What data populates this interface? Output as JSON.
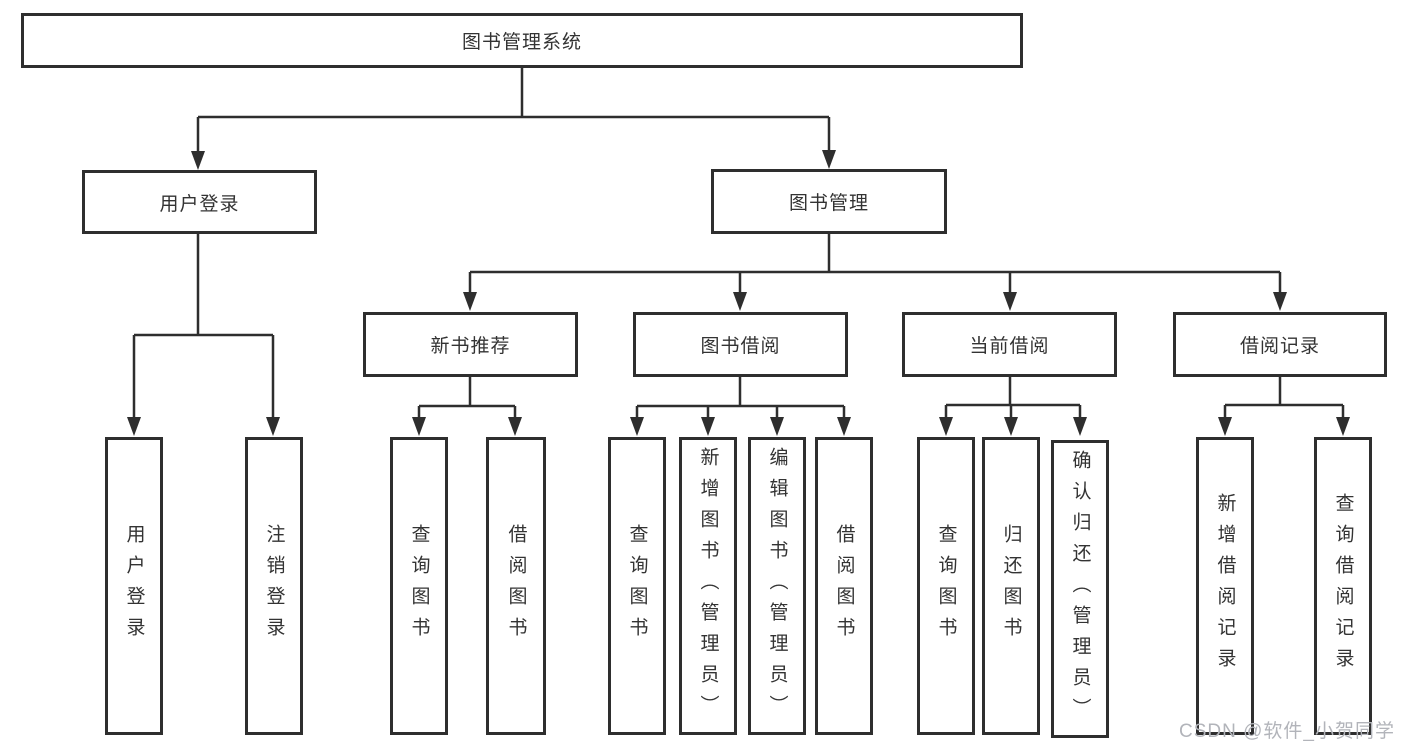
{
  "diagram": {
    "root": {
      "label": "图书管理系统"
    },
    "branches": [
      {
        "label": "用户登录",
        "leaves": [
          {
            "label": "用户登录"
          },
          {
            "label": "注销登录"
          }
        ]
      },
      {
        "label": "图书管理",
        "groups": [
          {
            "label": "新书推荐",
            "leaves": [
              {
                "label": "查询图书"
              },
              {
                "label": "借阅图书"
              }
            ]
          },
          {
            "label": "图书借阅",
            "leaves": [
              {
                "label": "查询图书"
              },
              {
                "label": "新增图书（管理员）"
              },
              {
                "label": "编辑图书（管理员）"
              },
              {
                "label": "借阅图书"
              }
            ]
          },
          {
            "label": "当前借阅",
            "leaves": [
              {
                "label": "查询图书"
              },
              {
                "label": "归还图书"
              },
              {
                "label": "确认归还（管理员）"
              }
            ]
          },
          {
            "label": "借阅记录",
            "leaves": [
              {
                "label": "新增借阅记录"
              },
              {
                "label": "查询借阅记录"
              }
            ]
          }
        ]
      }
    ]
  },
  "watermark": "CSDN @软件_小贺同学",
  "colors": {
    "line": "#2e2e2e",
    "text": "#333333",
    "box_background": "#ffffff",
    "page_background": "#ffffff",
    "watermark": "#b2b4ba"
  }
}
